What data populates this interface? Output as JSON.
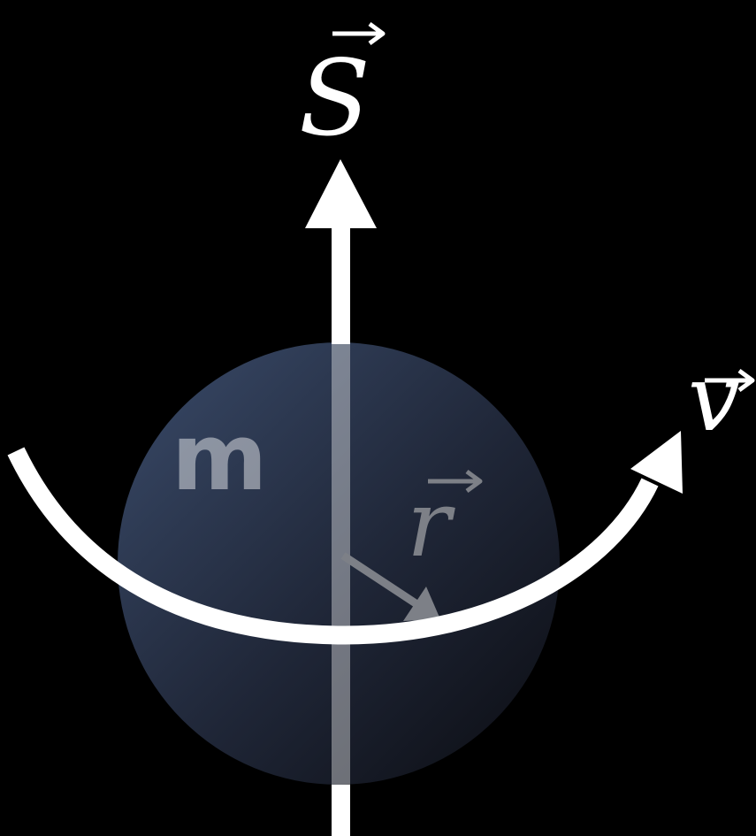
{
  "diagram": {
    "background_color": "#000000",
    "sphere": {
      "label": "m",
      "color_light": "#3a4b6a",
      "color_dark": "#0c0e14"
    },
    "spin_vector": {
      "label": "S",
      "color": "#ffffff"
    },
    "velocity_vector": {
      "label": "v",
      "color": "#ffffff"
    },
    "radius_vector": {
      "label": "r",
      "color": "#7d8087"
    }
  }
}
